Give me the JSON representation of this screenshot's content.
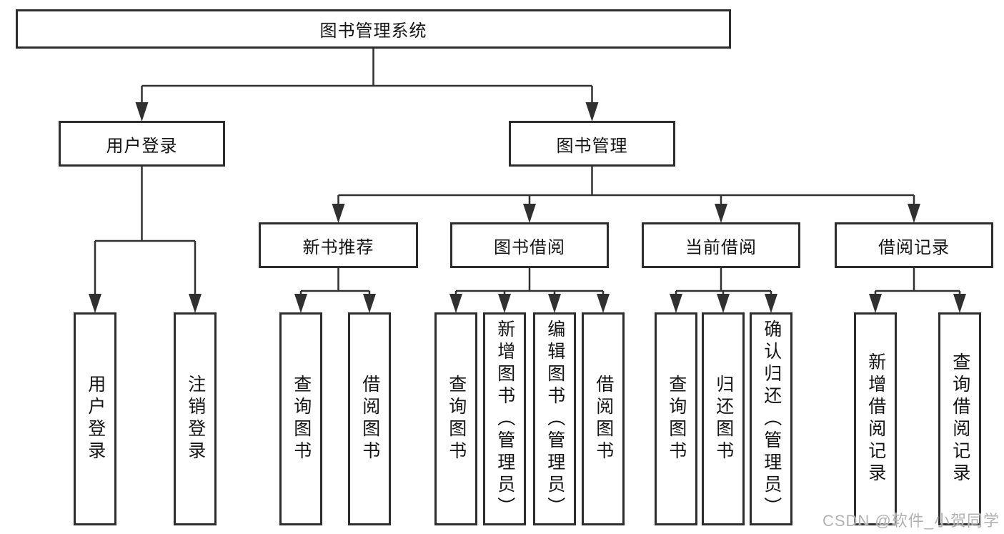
{
  "colors": {
    "line": "#303030",
    "box_border": "#2d2d2d",
    "box_fill": "#ffffff",
    "text": "#141414",
    "watermark": "#b2b2b2",
    "background": "#ffffff"
  },
  "tree": {
    "root": "图书管理系统",
    "login": {
      "label": "用户登录",
      "children": [
        "用户登录",
        "注销登录"
      ]
    },
    "manage": {
      "label": "图书管理",
      "sections": [
        {
          "label": "新书推荐",
          "children": [
            "查询图书",
            "借阅图书"
          ]
        },
        {
          "label": "图书借阅",
          "children": [
            "查询图书",
            "新增图书（管理员）",
            "编辑图书（管理员）",
            "借阅图书"
          ]
        },
        {
          "label": "当前借阅",
          "children": [
            "查询图书",
            "归还图书",
            "确认归还（管理员）"
          ]
        },
        {
          "label": "借阅记录",
          "children": [
            "新增借阅记录",
            "查询借阅记录"
          ]
        }
      ]
    }
  },
  "watermark": "CSDN @软件_小贺同学"
}
